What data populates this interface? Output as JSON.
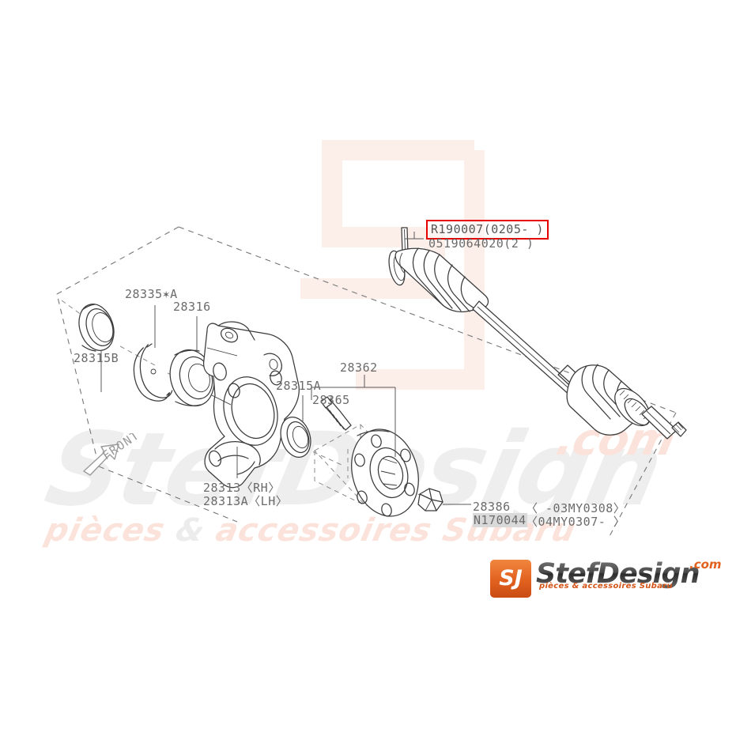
{
  "diagram": {
    "title": "Subaru front axle / hub assembly parts diagram",
    "orientation_marker": "FRONT",
    "line_color": "#3a3a3a",
    "callout_highlight_color": "#e60000"
  },
  "callouts": [
    {
      "id": "r190007",
      "text": "R190007(0205-   )",
      "boxed": true
    },
    {
      "id": "0519064020",
      "text": "0519064020(2  )",
      "boxed": false
    },
    {
      "id": "28315b",
      "text": "28315B",
      "boxed": false
    },
    {
      "id": "28335a",
      "text": "28335✶A",
      "boxed": false
    },
    {
      "id": "28316",
      "text": "28316",
      "boxed": false
    },
    {
      "id": "28315a",
      "text": "28315A",
      "boxed": false
    },
    {
      "id": "28365",
      "text": "28365",
      "boxed": false
    },
    {
      "id": "28362",
      "text": "28362",
      "boxed": false
    },
    {
      "id": "28313rh",
      "text": "28313〈RH〉",
      "boxed": false
    },
    {
      "id": "28313alh",
      "text": "28313A〈LH〉",
      "boxed": false
    },
    {
      "id": "28386",
      "text": "28386",
      "boxed": false
    },
    {
      "id": "28386_range",
      "text": "〈      -03MY0308〉",
      "boxed": false
    },
    {
      "id": "n170044",
      "text": "N170044",
      "boxed": false,
      "highlighted": true
    },
    {
      "id": "n170044_range",
      "text": "〈04MY0307-       〉",
      "boxed": false
    }
  ],
  "watermarks": {
    "brand_big": "StefDesign",
    "dotcom": ".com",
    "tagline_part1": "pièces ",
    "tagline_amp": "& ",
    "tagline_part2": "accessoires ",
    "tagline_part3": "Subaru",
    "monogram": "SJ"
  },
  "logo": {
    "monogram": "SJ",
    "name": "StefDesign",
    "dotcom": ".com",
    "slogan": "pièces & accessoires Subaru"
  }
}
